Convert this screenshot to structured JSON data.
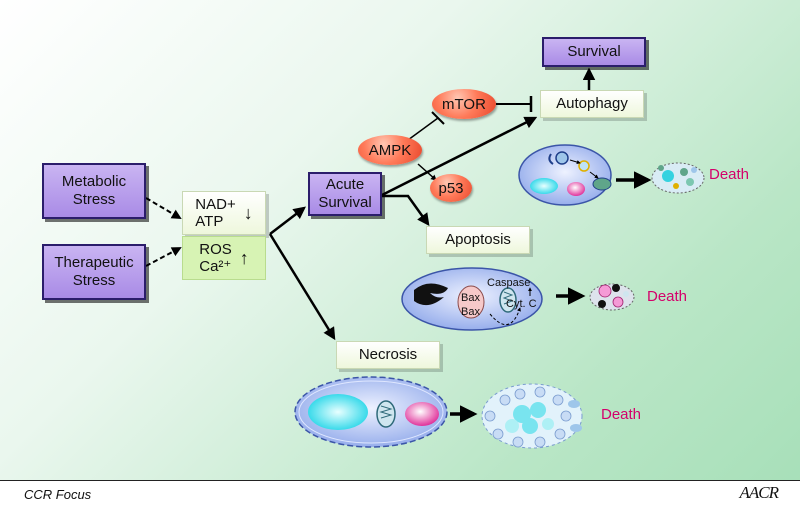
{
  "stress": {
    "metabolic": "Metabolic\nStress",
    "therapeutic": "Therapeutic\nStress"
  },
  "mediators": {
    "nad": "NAD+",
    "atp": "ATP",
    "ros": "ROS",
    "ca": "Ca²⁺",
    "down_arrow": "↓",
    "up_arrow": "↑"
  },
  "nodes": {
    "acute_survival": "Acute\nSurvival",
    "survival": "Survival",
    "autophagy": "Autophagy",
    "apoptosis": "Apoptosis",
    "necrosis": "Necrosis"
  },
  "signals": {
    "ampk": "AMPK",
    "mtor": "mTOR",
    "p53": "p53"
  },
  "cell_labels": {
    "caspase": "Caspase",
    "bax1": "Bax",
    "bax2": "Bax",
    "cytc": "Cyt. C"
  },
  "death_labels": {
    "autophagy": "Death",
    "apoptosis": "Death",
    "necrosis": "Death"
  },
  "footer": {
    "label": "CCR Focus",
    "logo": "AACR"
  },
  "colors": {
    "purple_box": "#a98be6",
    "death_text": "#d4006b",
    "oval_red": "#e8452a",
    "mediator_green": "#d7f3b4"
  }
}
